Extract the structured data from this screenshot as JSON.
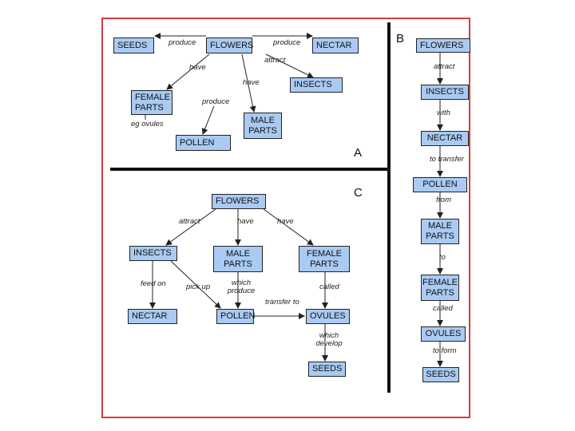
{
  "section_labels": {
    "a": "A",
    "b": "B",
    "c": "C"
  },
  "map_a": {
    "nodes": {
      "seeds": "SEEDS",
      "flowers": "FLOWERS",
      "nectar": "NECTAR",
      "insects": "INSECTS",
      "female_parts": "FEMALE PARTS",
      "male_parts": "MALE PARTS",
      "pollen": "POLLEN"
    },
    "links": {
      "produce_seeds": "produce",
      "produce_nectar": "produce",
      "attract": "attract",
      "have_female": "have",
      "have_male": "have",
      "produce_pollen": "produce",
      "eg_ovules": "eg ovules"
    }
  },
  "map_b": {
    "nodes": {
      "flowers": "FLOWERS",
      "insects": "INSECTS",
      "nectar": "NECTAR",
      "pollen": "POLLEN",
      "male_parts": "MALE PARTS",
      "female_parts": "FEMALE PARTS",
      "ovules": "OVULES",
      "seeds": "SEEDS"
    },
    "links": {
      "attract": "attract",
      "with": "with",
      "to_transfer": "to transfer",
      "from": "from",
      "to": "to",
      "called": "called",
      "to_form": "to form"
    }
  },
  "map_c": {
    "nodes": {
      "flowers": "FLOWERS",
      "insects": "INSECTS",
      "male_parts": "MALE PARTS",
      "female_parts": "FEMALE PARTS",
      "nectar": "NECTAR",
      "pollen": "POLLEN",
      "ovules": "OVULES",
      "seeds": "SEEDS"
    },
    "links": {
      "attract": "attract",
      "have_male": "have",
      "have_female": "have",
      "feed_on": "feed on",
      "pick_up": "pick up",
      "which_produce": "which produce",
      "called": "called",
      "transfer_to": "transfer to",
      "which_develop": "which develop"
    }
  }
}
